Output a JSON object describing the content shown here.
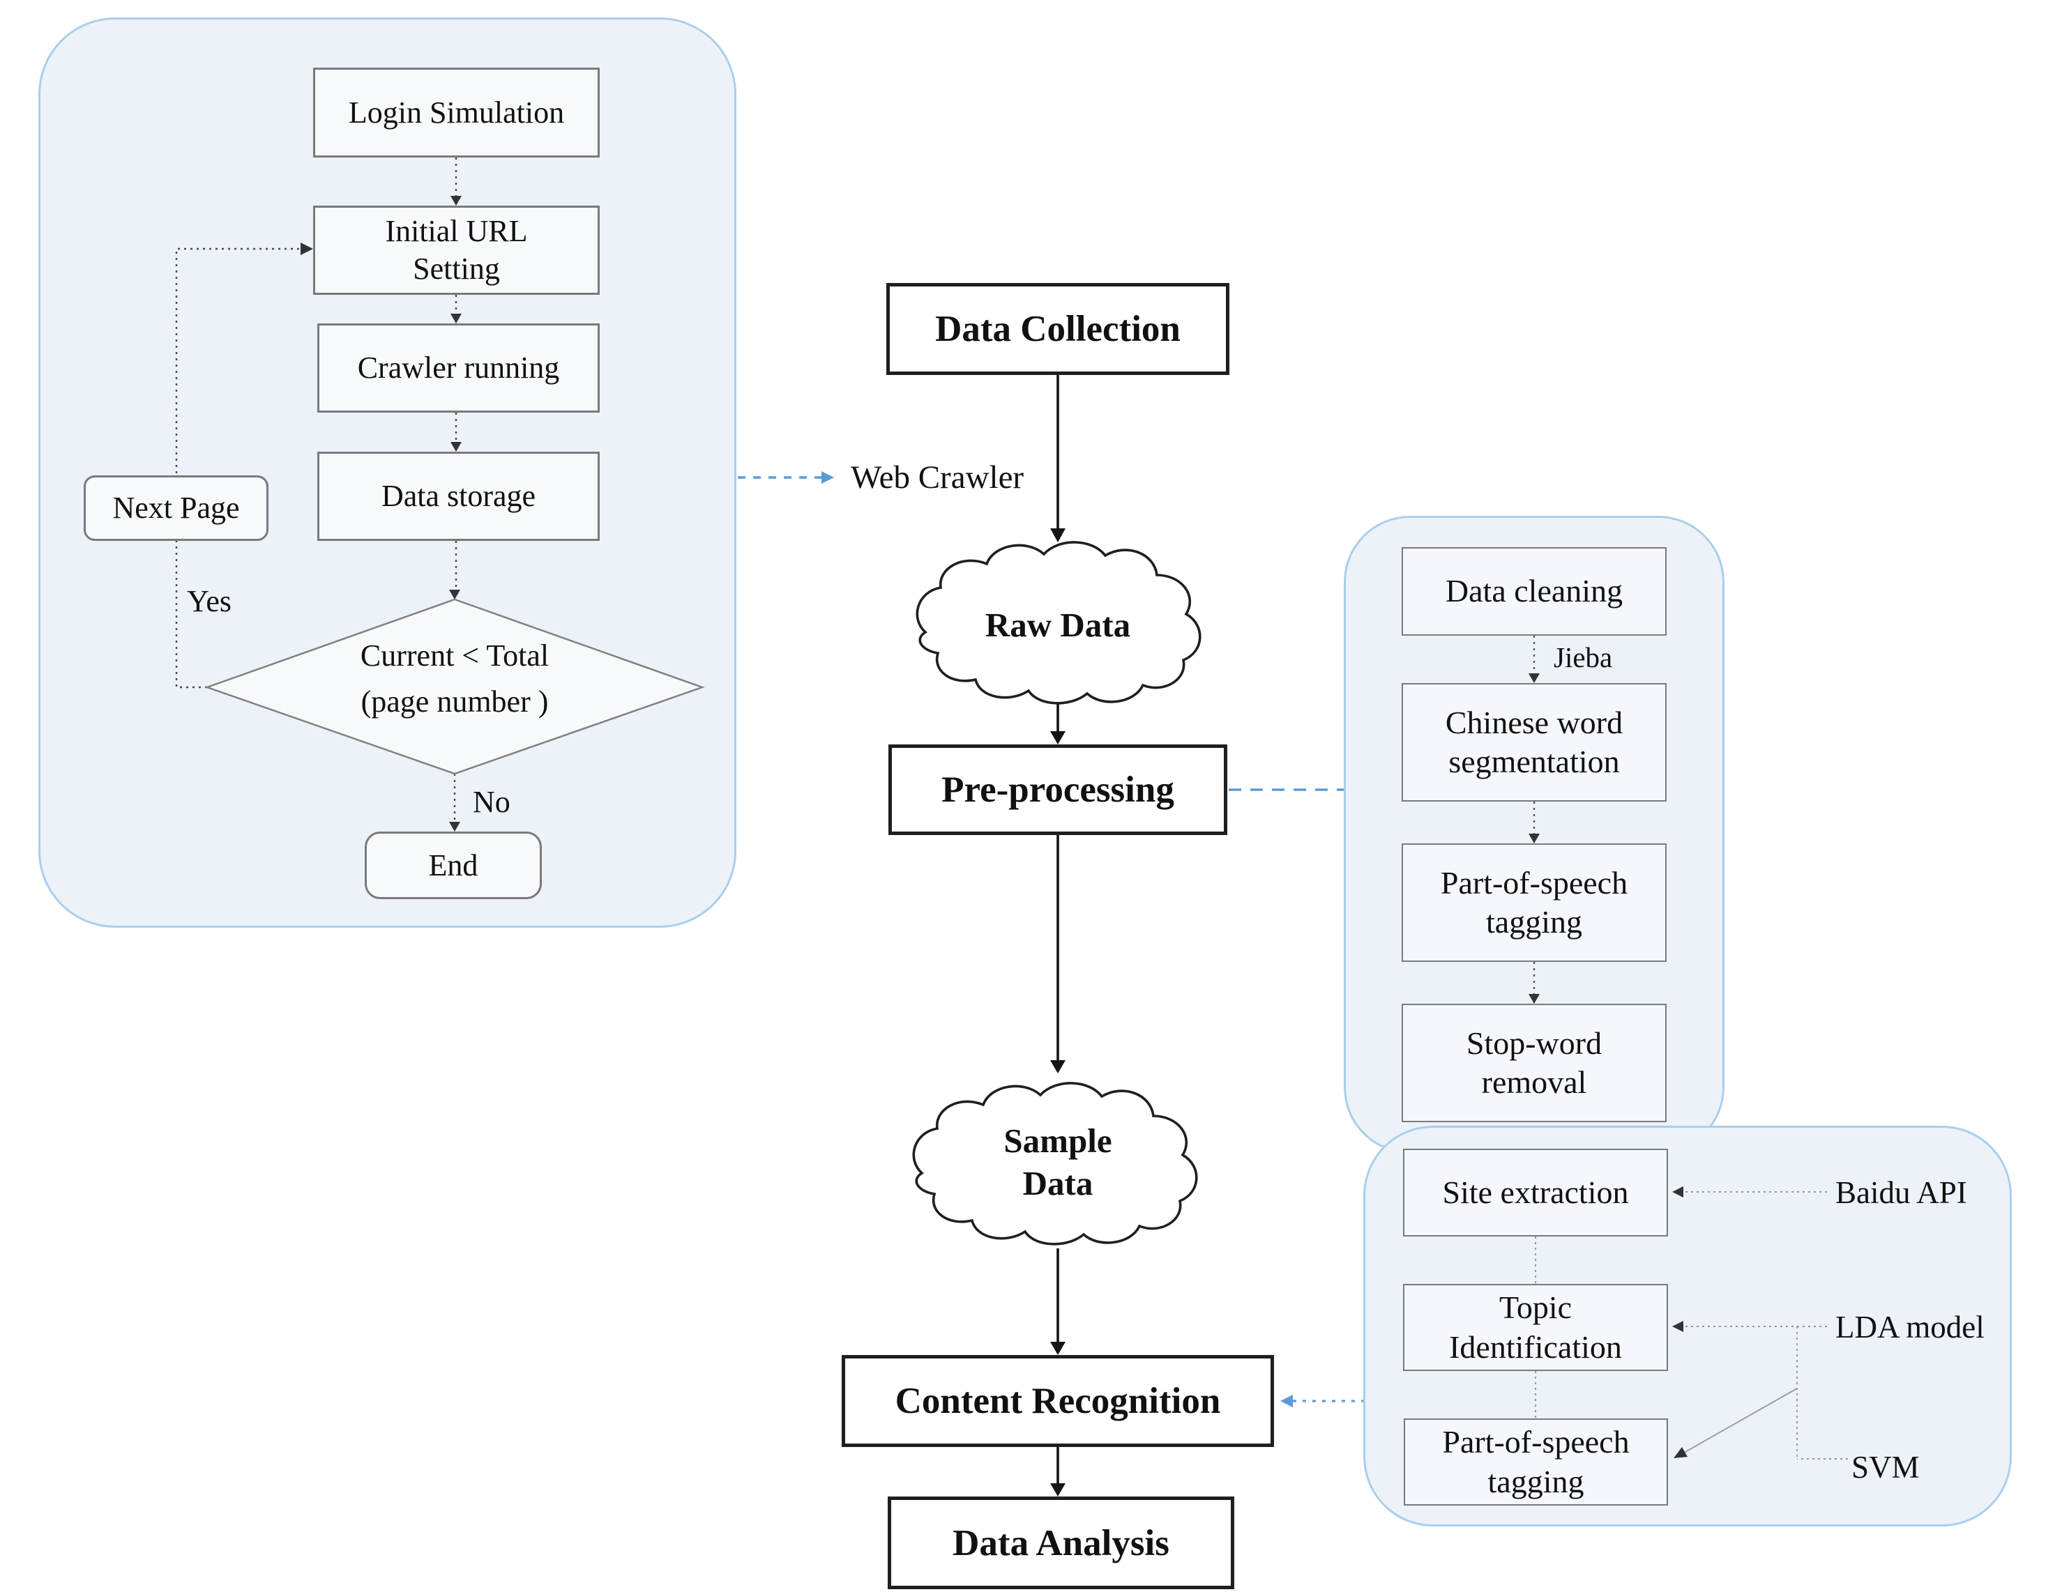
{
  "title": "Web crawler and text-mining workflow diagram",
  "left_panel": {
    "login": "Login Simulation",
    "initial_url": "Initial URL\nSetting",
    "crawler": "Crawler running",
    "storage": "Data storage",
    "next_page": "Next Page",
    "yes": "Yes",
    "no": "No",
    "condition": "Current < Total\n(page number )",
    "end": "End"
  },
  "center": {
    "collection": "Data Collection",
    "web_crawler": "Web Crawler",
    "raw_data": "Raw Data",
    "preprocessing": "Pre-processing",
    "sample_data": "Sample\nData",
    "recognition": "Content Recognition",
    "analysis": "Data Analysis"
  },
  "right_top_panel": {
    "cleaning": "Data cleaning",
    "jieba": "Jieba",
    "segmentation": "Chinese word\nsegmentation",
    "pos_tagging": "Part-of-speech\ntagging",
    "stopword": "Stop-word\nremoval"
  },
  "right_bottom_panel": {
    "site": "Site extraction",
    "topic": "Topic\nIdentification",
    "pos_tagging": "Part-of-speech\ntagging",
    "baidu": "Baidu API",
    "lda": "LDA model",
    "svm": "SVM"
  },
  "colors": {
    "accent_blue": "#5b9bd5",
    "panel_border": "#a9cfec",
    "panel_fill": "#edf2f9",
    "node_border": "#7a7a7a",
    "bold_border": "#1f1f1f",
    "ink": "#111111"
  }
}
